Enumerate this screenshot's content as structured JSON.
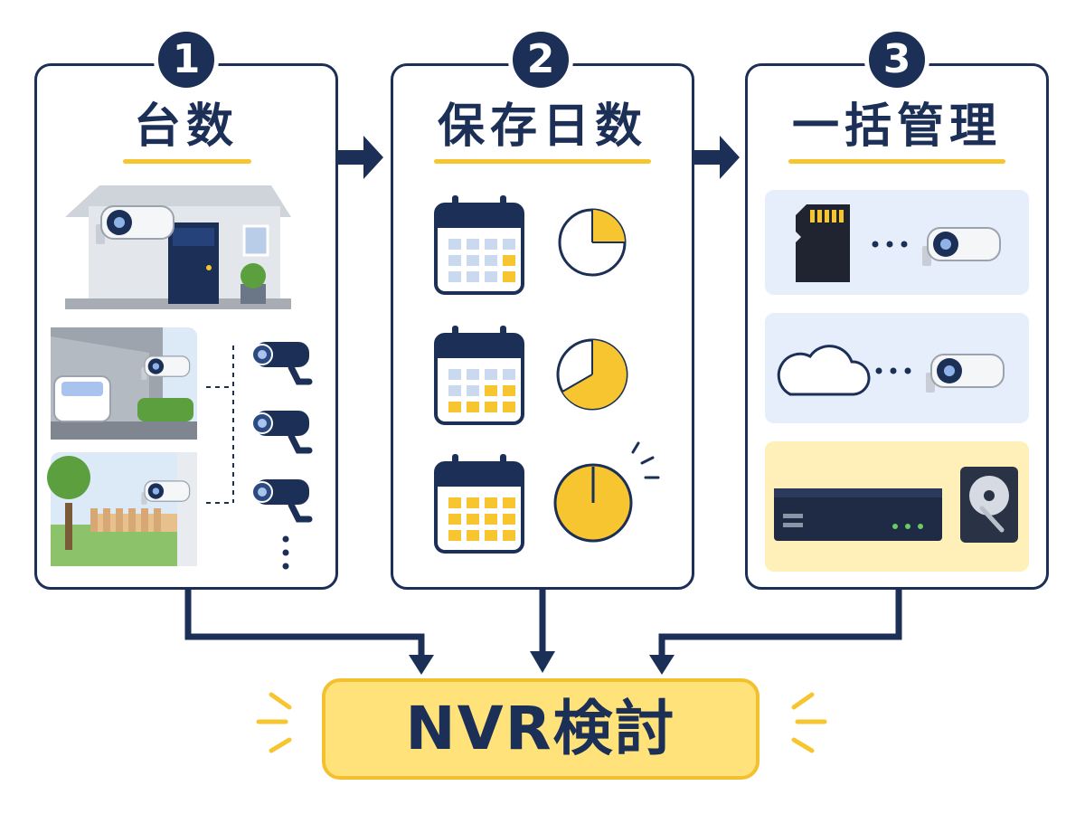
{
  "panels": [
    {
      "number": "1",
      "title": "台数"
    },
    {
      "number": "2",
      "title": "保存日数"
    },
    {
      "number": "3",
      "title": "一括管理"
    }
  ],
  "result": {
    "label": "NVR検討"
  },
  "colors": {
    "navy": "#1b2f57",
    "yellow": "#f6c52f",
    "light_yellow": "#ffe27a",
    "light_blue": "#e5eefa",
    "white": "#ffffff"
  },
  "icons": {
    "panel1": [
      "house-with-camera-icon",
      "garage-camera-icon",
      "garden-camera-icon",
      "camera-list-icon"
    ],
    "panel2": [
      "calendar-icon",
      "clock-quarter-icon",
      "clock-half-icon",
      "clock-full-icon"
    ],
    "panel3": [
      "sd-card-icon",
      "cloud-icon",
      "nvr-recorder-icon",
      "hard-disk-icon",
      "security-camera-icon"
    ]
  }
}
